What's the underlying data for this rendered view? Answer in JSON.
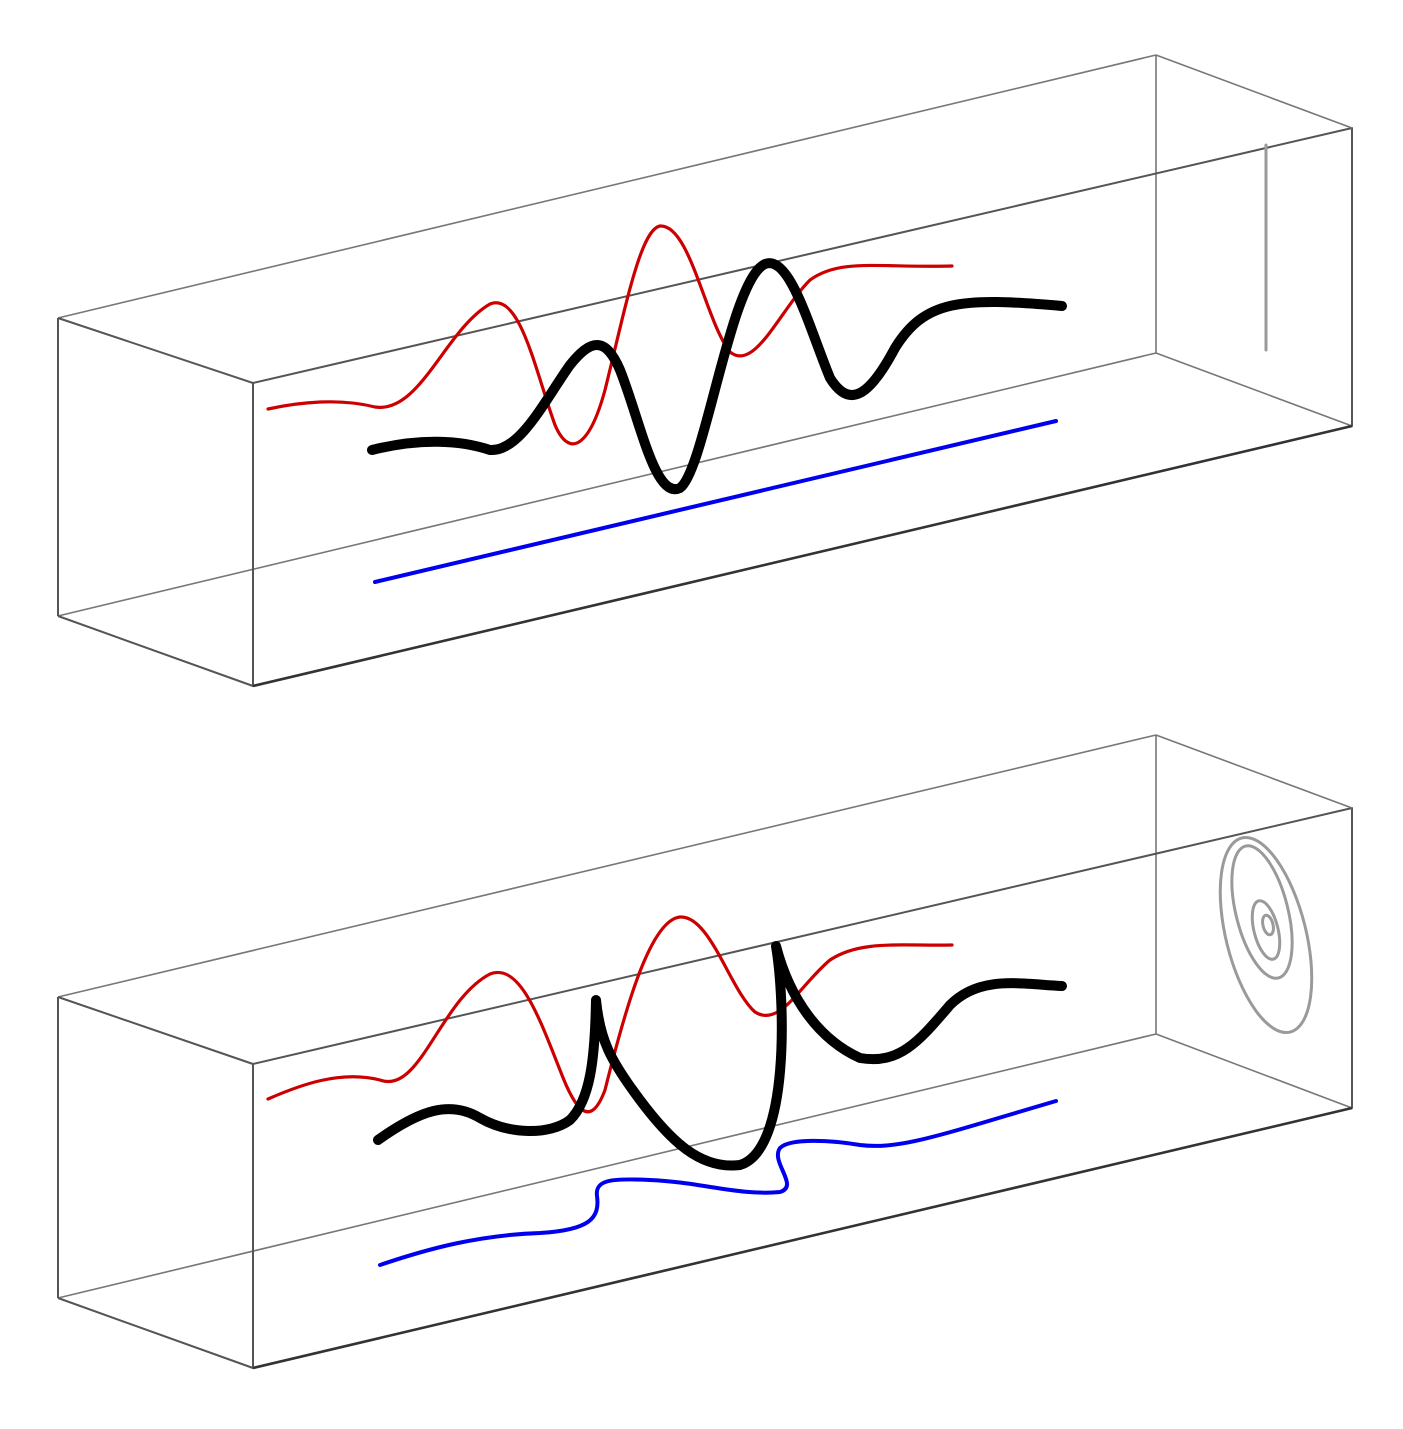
{
  "colors": {
    "background": "#ffffff",
    "box_edge": "#555555",
    "box_edge_front": "#333333",
    "field_red": "#cc0000",
    "field_black": "#000000",
    "field_blue": "#0000ee",
    "projection_gray": "#9a9a9a"
  },
  "panels": [
    {
      "id": "top",
      "description_tag": "linear-polarization-panel",
      "projection_shape": "line"
    },
    {
      "id": "bottom",
      "description_tag": "elliptical-polarization-panel",
      "projection_shape": "spiral-ellipse"
    }
  ]
}
